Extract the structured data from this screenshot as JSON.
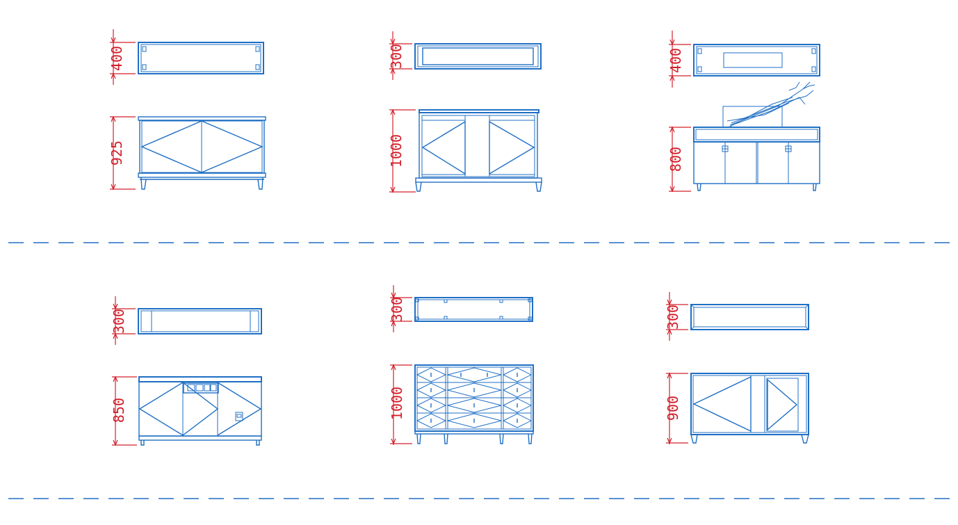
{
  "colors": {
    "line": "#1f6fc4",
    "dimension": "#d2202b",
    "background": "#ffffff"
  },
  "rows": [
    {
      "cabinets": [
        {
          "plan_depth": "400",
          "elevation_height": "925"
        },
        {
          "plan_depth": "300",
          "elevation_height": "1000"
        },
        {
          "plan_depth": "400",
          "elevation_height": "800"
        }
      ]
    },
    {
      "cabinets": [
        {
          "plan_depth": "300",
          "elevation_height": "850"
        },
        {
          "plan_depth": "300",
          "elevation_height": "1000"
        },
        {
          "plan_depth": "300",
          "elevation_height": "900"
        }
      ]
    }
  ]
}
